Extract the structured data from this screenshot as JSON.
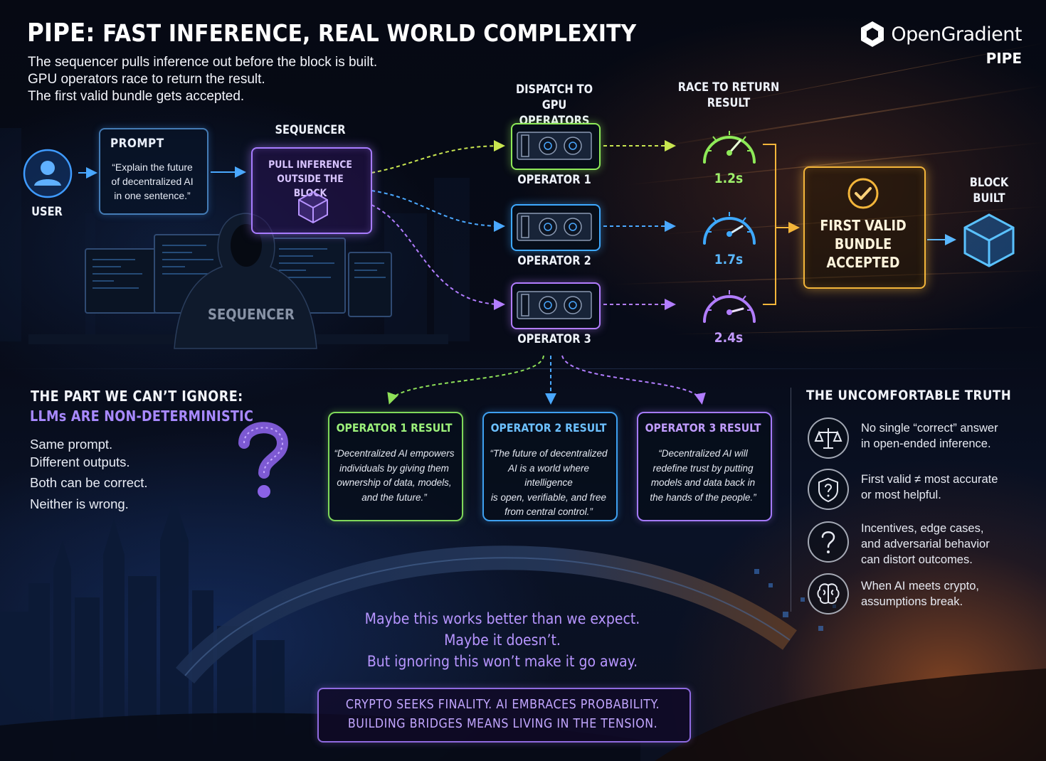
{
  "header": {
    "title_prefix": "PIPE:",
    "title_rest": "FAST INFERENCE, REAL WORLD COMPLEXITY",
    "intro": [
      "The sequencer pulls inference out before the block is built.",
      "GPU operators race to return the result.",
      "The first valid bundle gets accepted."
    ]
  },
  "brand": {
    "name": "OpenGradient",
    "product": "PIPE",
    "logo_icon": "opengradient-logo-icon"
  },
  "flow": {
    "user_label": "USER",
    "prompt_title": "PROMPT",
    "prompt_text": [
      "“Explain the future",
      "of decentralized AI",
      "in one sentence.”"
    ],
    "sequencer_label": "SEQUENCER",
    "sequencer_box": [
      "PULL INFERENCE",
      "OUTSIDE THE BLOCK"
    ],
    "sequencer_figure_label": "SEQUENCER",
    "dispatch_label": [
      "DISPATCH TO",
      "GPU OPERATORS"
    ],
    "race_label": [
      "RACE TO RETURN",
      "RESULT"
    ],
    "operators": [
      {
        "label": "OPERATOR 1",
        "time": "1.2s",
        "color": "#8eea58"
      },
      {
        "label": "OPERATOR 2",
        "time": "1.7s",
        "color": "#3ea9ff"
      },
      {
        "label": "OPERATOR 3",
        "time": "2.4s",
        "color": "#b27dff"
      }
    ],
    "accepted": [
      "FIRST VALID",
      "BUNDLE",
      "ACCEPTED"
    ],
    "block_label": [
      "BLOCK",
      "BUILT"
    ],
    "accent_gold": "#f3b53a"
  },
  "nondeterminism": {
    "title": "THE PART WE CAN’T IGNORE:",
    "subtitle": "LLMs ARE NON-DETERMINISTIC",
    "lines": [
      "Same prompt.",
      "Different outputs.",
      "Both can be correct.",
      "Neither is wrong."
    ]
  },
  "results": [
    {
      "title": "OPERATOR 1 RESULT",
      "color": "#9cf07a",
      "text": [
        "“Decentralized AI empowers",
        "individuals by giving them",
        "ownership of data, models,",
        "and the future.”"
      ]
    },
    {
      "title": "OPERATOR 2 RESULT",
      "color": "#6cc0ff",
      "text": [
        "“The future of decentralized",
        "AI is a world where intelligence",
        "is open, verifiable, and free",
        "from central control.”"
      ]
    },
    {
      "title": "OPERATOR 3 RESULT",
      "color": "#c09cff",
      "text": [
        "“Decentralized AI will",
        "redefine trust by putting",
        "models and data back in",
        "the hands of the people.”"
      ]
    }
  ],
  "truth": {
    "title": "THE UNCOMFORTABLE TRUTH",
    "items": [
      {
        "icon": "scale-icon",
        "text": [
          "No single “correct” answer",
          "in open-ended inference."
        ]
      },
      {
        "icon": "shield-question-icon",
        "text": [
          "First valid ≠ most accurate",
          "or most helpful."
        ]
      },
      {
        "icon": "question-icon",
        "text": [
          "Incentives, edge cases,",
          "and adversarial behavior",
          "can distort outcomes."
        ]
      },
      {
        "icon": "brain-icon",
        "text": [
          "When AI meets crypto,",
          "assumptions break."
        ]
      }
    ]
  },
  "closing": {
    "lines": [
      "Maybe this works better than we expect.",
      "Maybe it doesn’t.",
      "But ignoring this won’t make it go away."
    ],
    "tension": [
      "CRYPTO SEEKS FINALITY. AI EMBRACES PROBABILITY.",
      "BUILDING BRIDGES MEANS LIVING IN THE TENSION."
    ]
  }
}
